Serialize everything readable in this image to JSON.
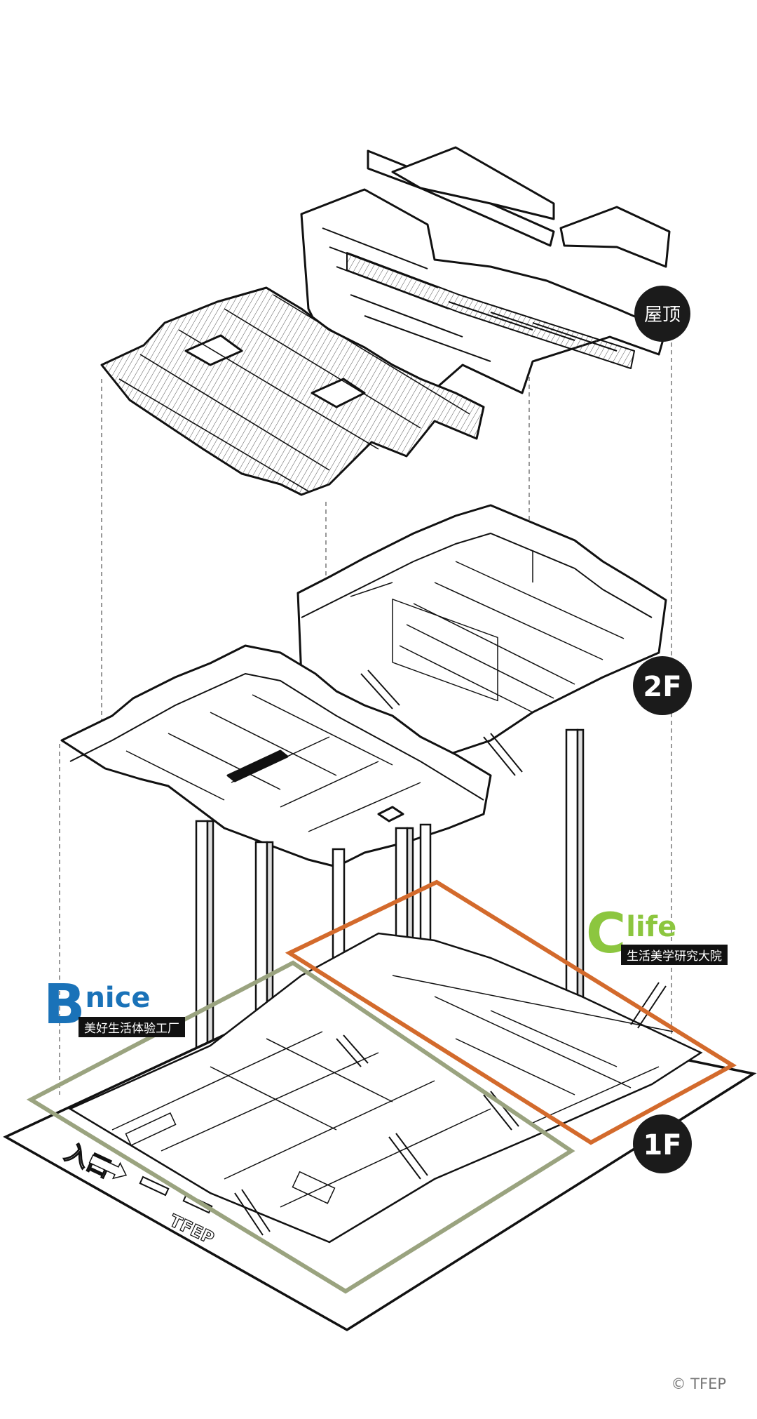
{
  "levels": {
    "roof": "屋顶",
    "second": "2F",
    "first": "1F"
  },
  "zones": {
    "b": {
      "letter": "B",
      "word": "nice",
      "subtitle": "美好生活体验工厂",
      "color": "#1a72b8",
      "frame_color": "#9aa37f"
    },
    "c": {
      "letter": "C",
      "word": "life",
      "subtitle": "生活美学研究大院",
      "color": "#8cc63f",
      "frame_color": "#d36a2c"
    }
  },
  "ground": {
    "entrance": "入口",
    "brand_mark": "TFEP"
  },
  "credit": "© TFEP"
}
